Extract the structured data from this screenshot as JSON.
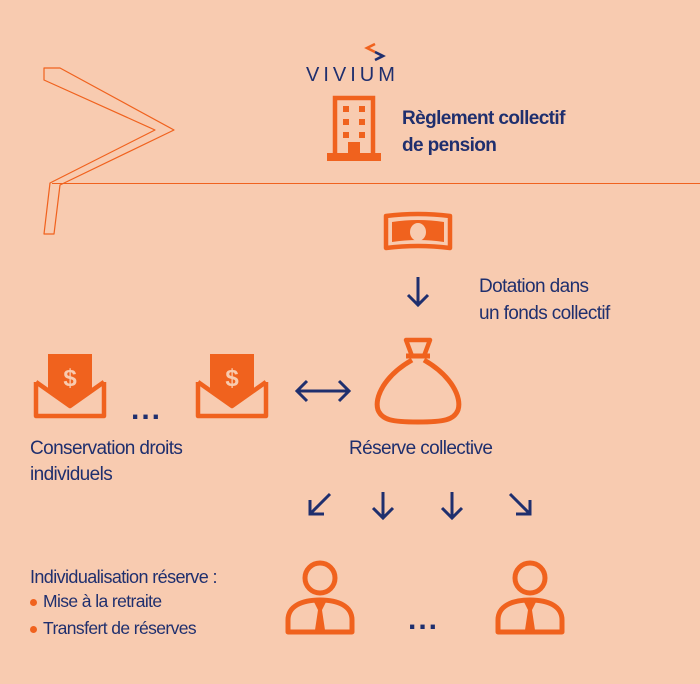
{
  "brand": {
    "name": "VIVIUM"
  },
  "header": {
    "title_line1": "Règlement collectif",
    "title_line2": "de pension"
  },
  "funding": {
    "label_line1": "Dotation dans",
    "label_line2": "un fonds collectif"
  },
  "reserve": {
    "label": "Réserve collective"
  },
  "individual": {
    "label_line1": "Conservation droits",
    "label_line2": "individuels",
    "ellipsis": "..."
  },
  "individualisation": {
    "heading": "Individualisation réserve :",
    "items": [
      "Mise à la retraite",
      "Transfert de réserves"
    ]
  },
  "beneficiaries": {
    "ellipsis": "..."
  },
  "colors": {
    "background": "#f8cbb0",
    "accent": "#f0621e",
    "navy": "#1f2f6e"
  },
  "icons": [
    "building-icon",
    "banknote-icon",
    "money-bag-icon",
    "envelope-dollar-icon",
    "person-icon",
    "arrow-icon"
  ]
}
